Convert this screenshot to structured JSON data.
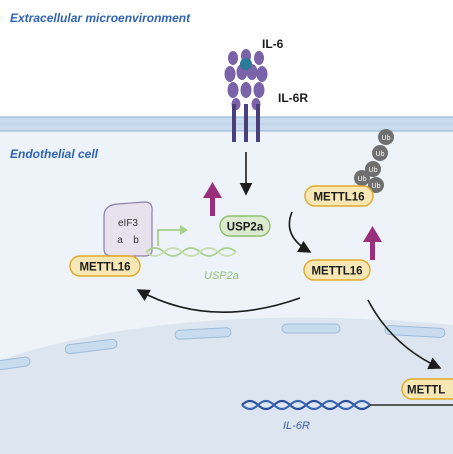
{
  "regions": {
    "extracellular": "Extracellular microenvironment",
    "endothelial": "Endothelial cell"
  },
  "ligand": {
    "label": "IL-6"
  },
  "receptor": {
    "label": "IL-6R"
  },
  "proteins": {
    "usp2a": "USP2a",
    "mettl16_ub": "METTL16",
    "mettl16_center": "METTL16",
    "mettl16_left": "METTL16",
    "mettl16_right": "METTL"
  },
  "eif3": {
    "line1": "eIF3",
    "line2_a": "a",
    "line2_b": "b"
  },
  "ubiquitin": {
    "label": "Ub"
  },
  "genes": {
    "usp2a": "USP2a",
    "il6r": "IL-6R"
  },
  "colors": {
    "membrane": "#c9dcee",
    "membrane_line": "#9fbbd8",
    "cytoplasm": "#e9f1f8",
    "nucleus": "#dde6f0",
    "receptor": "#7a63a8",
    "ligand": "#2b7a99",
    "up_arrow": "#9a2f7c",
    "pill_fill": "#f7e7b5",
    "pill_border": "#e0a929",
    "usp2a_fill": "#dcebd0",
    "usp2a_border": "#8fbf70",
    "ub": "#6f6f6f",
    "dna_green": "#a9cf8c",
    "dna_blue": "#2b4f9a",
    "label_blue": "#2f63b3"
  }
}
